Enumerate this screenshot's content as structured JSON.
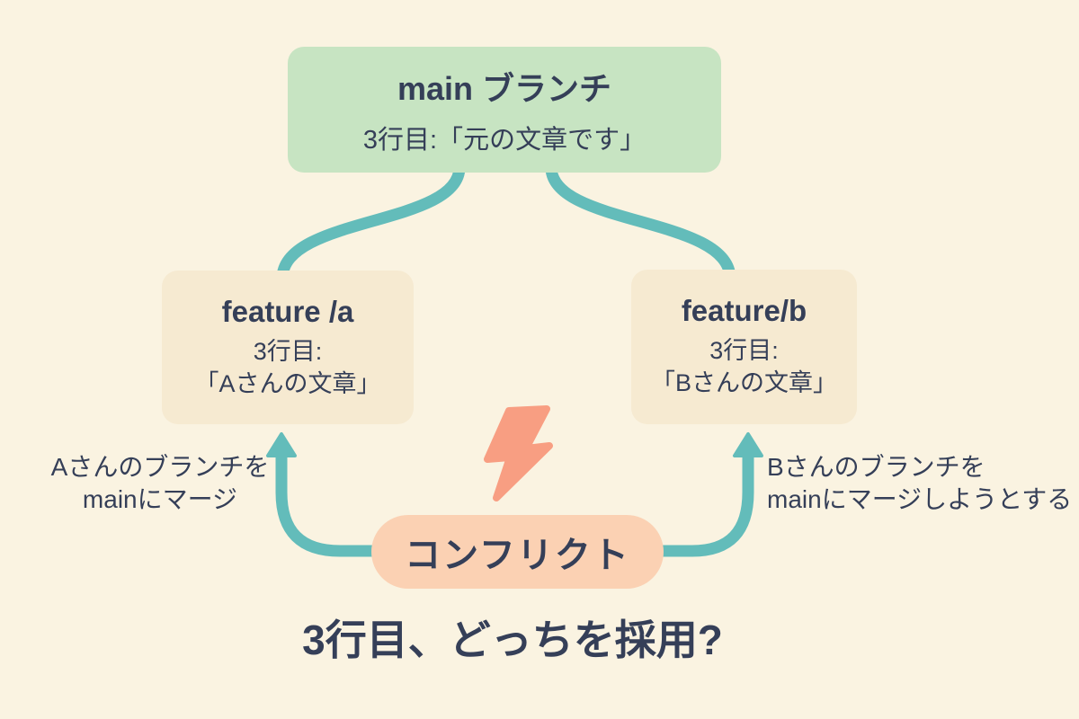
{
  "colors": {
    "bg": "#FAF3E1",
    "teal": "#63BCBA",
    "green_box": "#C7E4C2",
    "cream_box": "#F6EAD1",
    "pill": "#FBD1B3",
    "bolt": "#F89E82",
    "text": "#353F58"
  },
  "main_branch": {
    "title": "main ブランチ",
    "line": "3行目:「元の文章です」"
  },
  "feature_a": {
    "title": "feature /a",
    "line1": "3行目:",
    "line2": "「Aさんの文章」"
  },
  "feature_b": {
    "title": "feature/b",
    "line1": "3行目:",
    "line2": "「Bさんの文章」"
  },
  "merge_a_label": {
    "line1": "Aさんのブランチを",
    "line2": "mainにマージ"
  },
  "merge_b_label": {
    "line1": "Bさんのブランチを",
    "line2": "mainにマージしようとする"
  },
  "conflict": {
    "label": "コンフリクト"
  },
  "question": "3行目、どっちを採用?",
  "icons": {
    "bolt": "lightning-bolt"
  }
}
